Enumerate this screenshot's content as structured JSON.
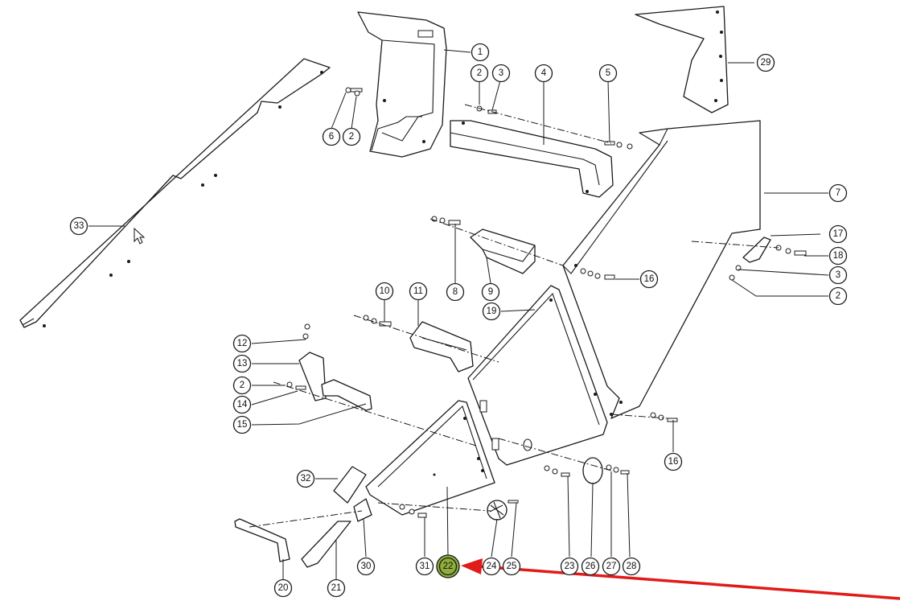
{
  "diagram": {
    "highlight_color": "#8fae3c",
    "arrow_color": "#e11a1a",
    "highlighted_part": "22",
    "labels": [
      "1",
      "2",
      "3",
      "4",
      "5",
      "6",
      "2",
      "2",
      "3",
      "29",
      "7",
      "33",
      "8",
      "9",
      "17",
      "18",
      "3",
      "2",
      "10",
      "11",
      "19",
      "16",
      "12",
      "13",
      "2",
      "14",
      "15",
      "16",
      "32",
      "30",
      "31",
      "22",
      "24",
      "25",
      "23",
      "26",
      "27",
      "28",
      "20",
      "21"
    ]
  }
}
